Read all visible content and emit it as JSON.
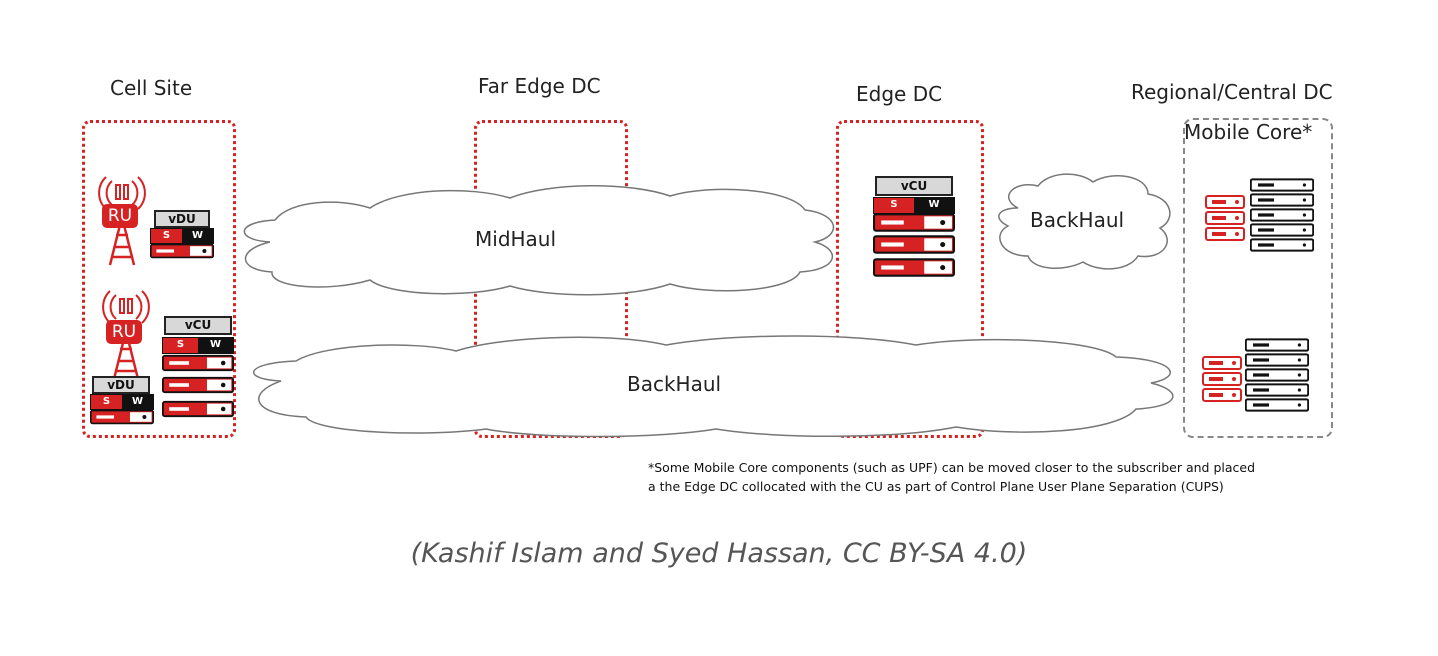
{
  "zones": {
    "cell_site": "Cell Site",
    "far_edge": "Far Edge DC",
    "edge": "Edge DC",
    "regional": "Regional/Central DC",
    "mobile_core": "Mobile Core*"
  },
  "clouds": {
    "midhaul": "MidHaul",
    "backhaul_main": "BackHaul",
    "backhaul_small": "BackHaul"
  },
  "components": {
    "ru": "RU",
    "vdu": "vDU",
    "vcu": "vCU",
    "s": "S",
    "w": "W"
  },
  "footnote": {
    "line1": "*Some Mobile Core components (such as UPF) can be moved closer to the subscriber and placed",
    "line2": "a the Edge DC collocated with the CU as part of Control Plane User Plane Separation (CUPS)"
  },
  "caption": "(Kashif Islam and Syed Hassan, CC BY-SA 4.0)",
  "colors": {
    "accent_red": "#d62222",
    "dark": "#111111"
  }
}
